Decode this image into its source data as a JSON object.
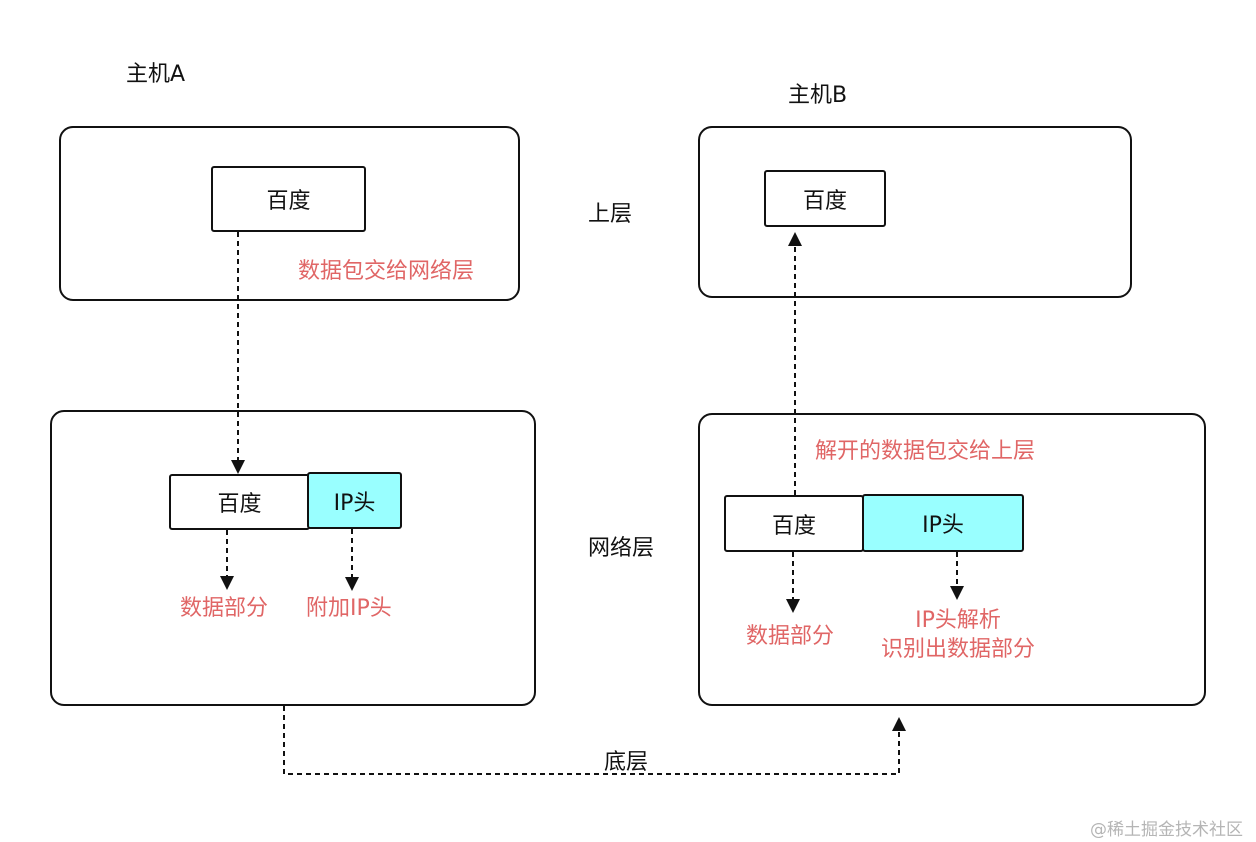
{
  "host_a": {
    "title": "主机A",
    "upper": {
      "box_label": "百度",
      "note": "数据包交给网络层"
    },
    "network": {
      "data_box": "百度",
      "header_box": "IP头",
      "data_note": "数据部分",
      "header_note": "附加IP头"
    }
  },
  "host_b": {
    "title": "主机B",
    "upper": {
      "box_label": "百度"
    },
    "network": {
      "note_top": "解开的数据包交给上层",
      "data_box": "百度",
      "header_box": "IP头",
      "data_note": "数据部分",
      "header_note_line1": "IP头解析",
      "header_note_line2": "识别出数据部分"
    }
  },
  "layers": {
    "upper": "上层",
    "network": "网络层",
    "bottom": "底层"
  },
  "watermark": "@稀土掘金技术社区",
  "colors": {
    "note": "#e06666",
    "ip_header_fill": "#99ffff",
    "stroke": "#111111"
  }
}
